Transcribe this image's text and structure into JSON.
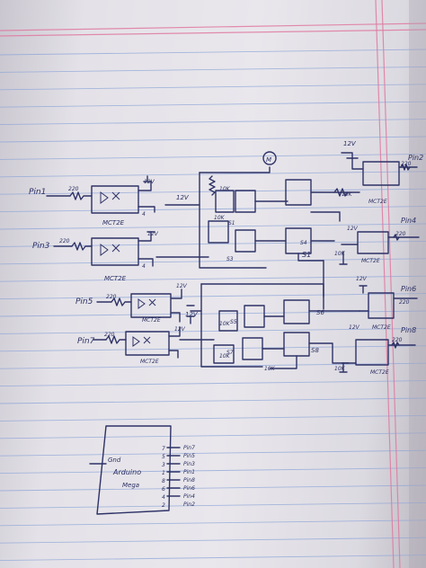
{
  "sheet": {
    "paper_color": "#e8e6eb",
    "ink_color": "#2e3266",
    "rule_color": "#8fa6d8",
    "margin_color": "#e07aa0"
  },
  "labels": {
    "pin1": "Pin1",
    "pin3": "Pin3",
    "pin5": "Pin5",
    "pin7": "Pin7",
    "pin2": "Pin2",
    "pin4": "Pin4",
    "pin6": "Pin6",
    "pin8": "Pin8",
    "r220_a": "220",
    "r220_b": "220",
    "r220_c": "220",
    "r220_d": "220",
    "r220_e": "220",
    "r220_f": "220",
    "r220_g": "220",
    "r220_h": "220",
    "mct_a": "MCT2E",
    "mct_b": "MCT2E",
    "mct_c": "MCT2E",
    "mct_d": "MCT2E",
    "mct_e": "MCT2E",
    "mct_f": "MCT2E",
    "mct_g": "MCT2E",
    "mct_h": "MCT2E",
    "v12_a": "12V",
    "v12_b": "12V",
    "v12_c": "12V",
    "v12_d": "12V",
    "v12_e": "12V",
    "v12_f": "12V",
    "v12_g": "12V",
    "v12_h": "12V",
    "v12_i": "12V",
    "v12_j": "12V",
    "r10k_a": "10K",
    "r10k_b": "10K",
    "r10k_c": "10K",
    "r10k_d": "10K",
    "r10k_e": "10K",
    "r10k_f": "10K",
    "r10k_g": "10K",
    "r10k_h": "10K",
    "s1": "S1",
    "s3": "S3",
    "s4": "S4",
    "s5": "S5",
    "s6": "S6",
    "s7": "S7",
    "s8": "S8",
    "s1b": "S1",
    "n4a": "4",
    "n4b": "4",
    "motor": "M",
    "arduino_l1": "Gnd",
    "arduino_l2": "Arduino",
    "arduino_l3": "Mega",
    "a_pin7": "Pin7",
    "a_pin5": "Pin5",
    "a_pin3": "Pin3",
    "a_pin1": "Pin1",
    "a_pin8": "Pin8",
    "a_pin6": "Pin6",
    "a_pin4": "Pin4",
    "a_pin2": "Pin2",
    "a_n1": "7",
    "a_n2": "5",
    "a_n3": "3",
    "a_n4": "1",
    "a_n5": "8",
    "a_n6": "6",
    "a_n7": "4",
    "a_n8": "2"
  }
}
